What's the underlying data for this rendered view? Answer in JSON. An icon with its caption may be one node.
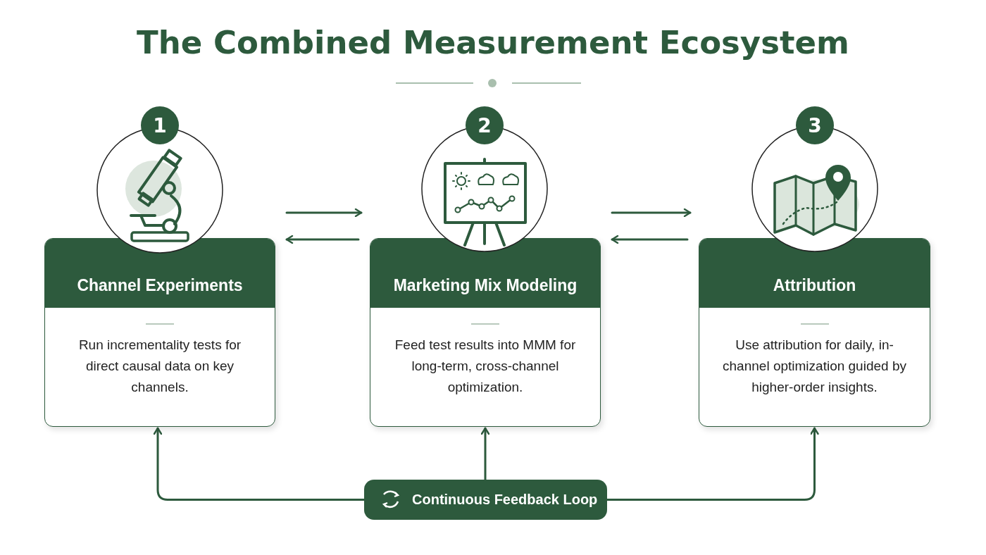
{
  "diagram": {
    "title": "The Combined Measurement Ecosystem",
    "nodes": [
      {
        "text": [
          "1"
        ]
      },
      {
        "text": [
          "Channel Experiments",
          "Run incrementality tests for direct causal data on key channels."
        ]
      },
      {
        "text": [
          "2"
        ]
      },
      {
        "text": [
          "Marketing Mix Modeling",
          "Feed test results into MMM for long-term, cross-channel optimization."
        ]
      },
      {
        "text": [
          "3"
        ]
      },
      {
        "text": [
          "Attribution",
          "Use attribution for daily, in-channel optimization guided by higher-order insights."
        ]
      },
      {
        "text": [
          "Continuous Feedback Loop"
        ]
      }
    ],
    "edges": [
      {
        "from": 1,
        "to": 3,
        "arrow": "to"
      },
      {
        "from": 3,
        "to": 1,
        "arrow": "to"
      },
      {
        "from": 3,
        "to": 5,
        "arrow": "to"
      },
      {
        "from": 5,
        "to": 3,
        "arrow": "to"
      },
      {
        "from": 6,
        "to": 1,
        "arrow": "to"
      },
      {
        "from": 6,
        "to": 3,
        "arrow": "to"
      },
      {
        "from": 6,
        "to": 5,
        "arrow": "to"
      }
    ]
  }
}
